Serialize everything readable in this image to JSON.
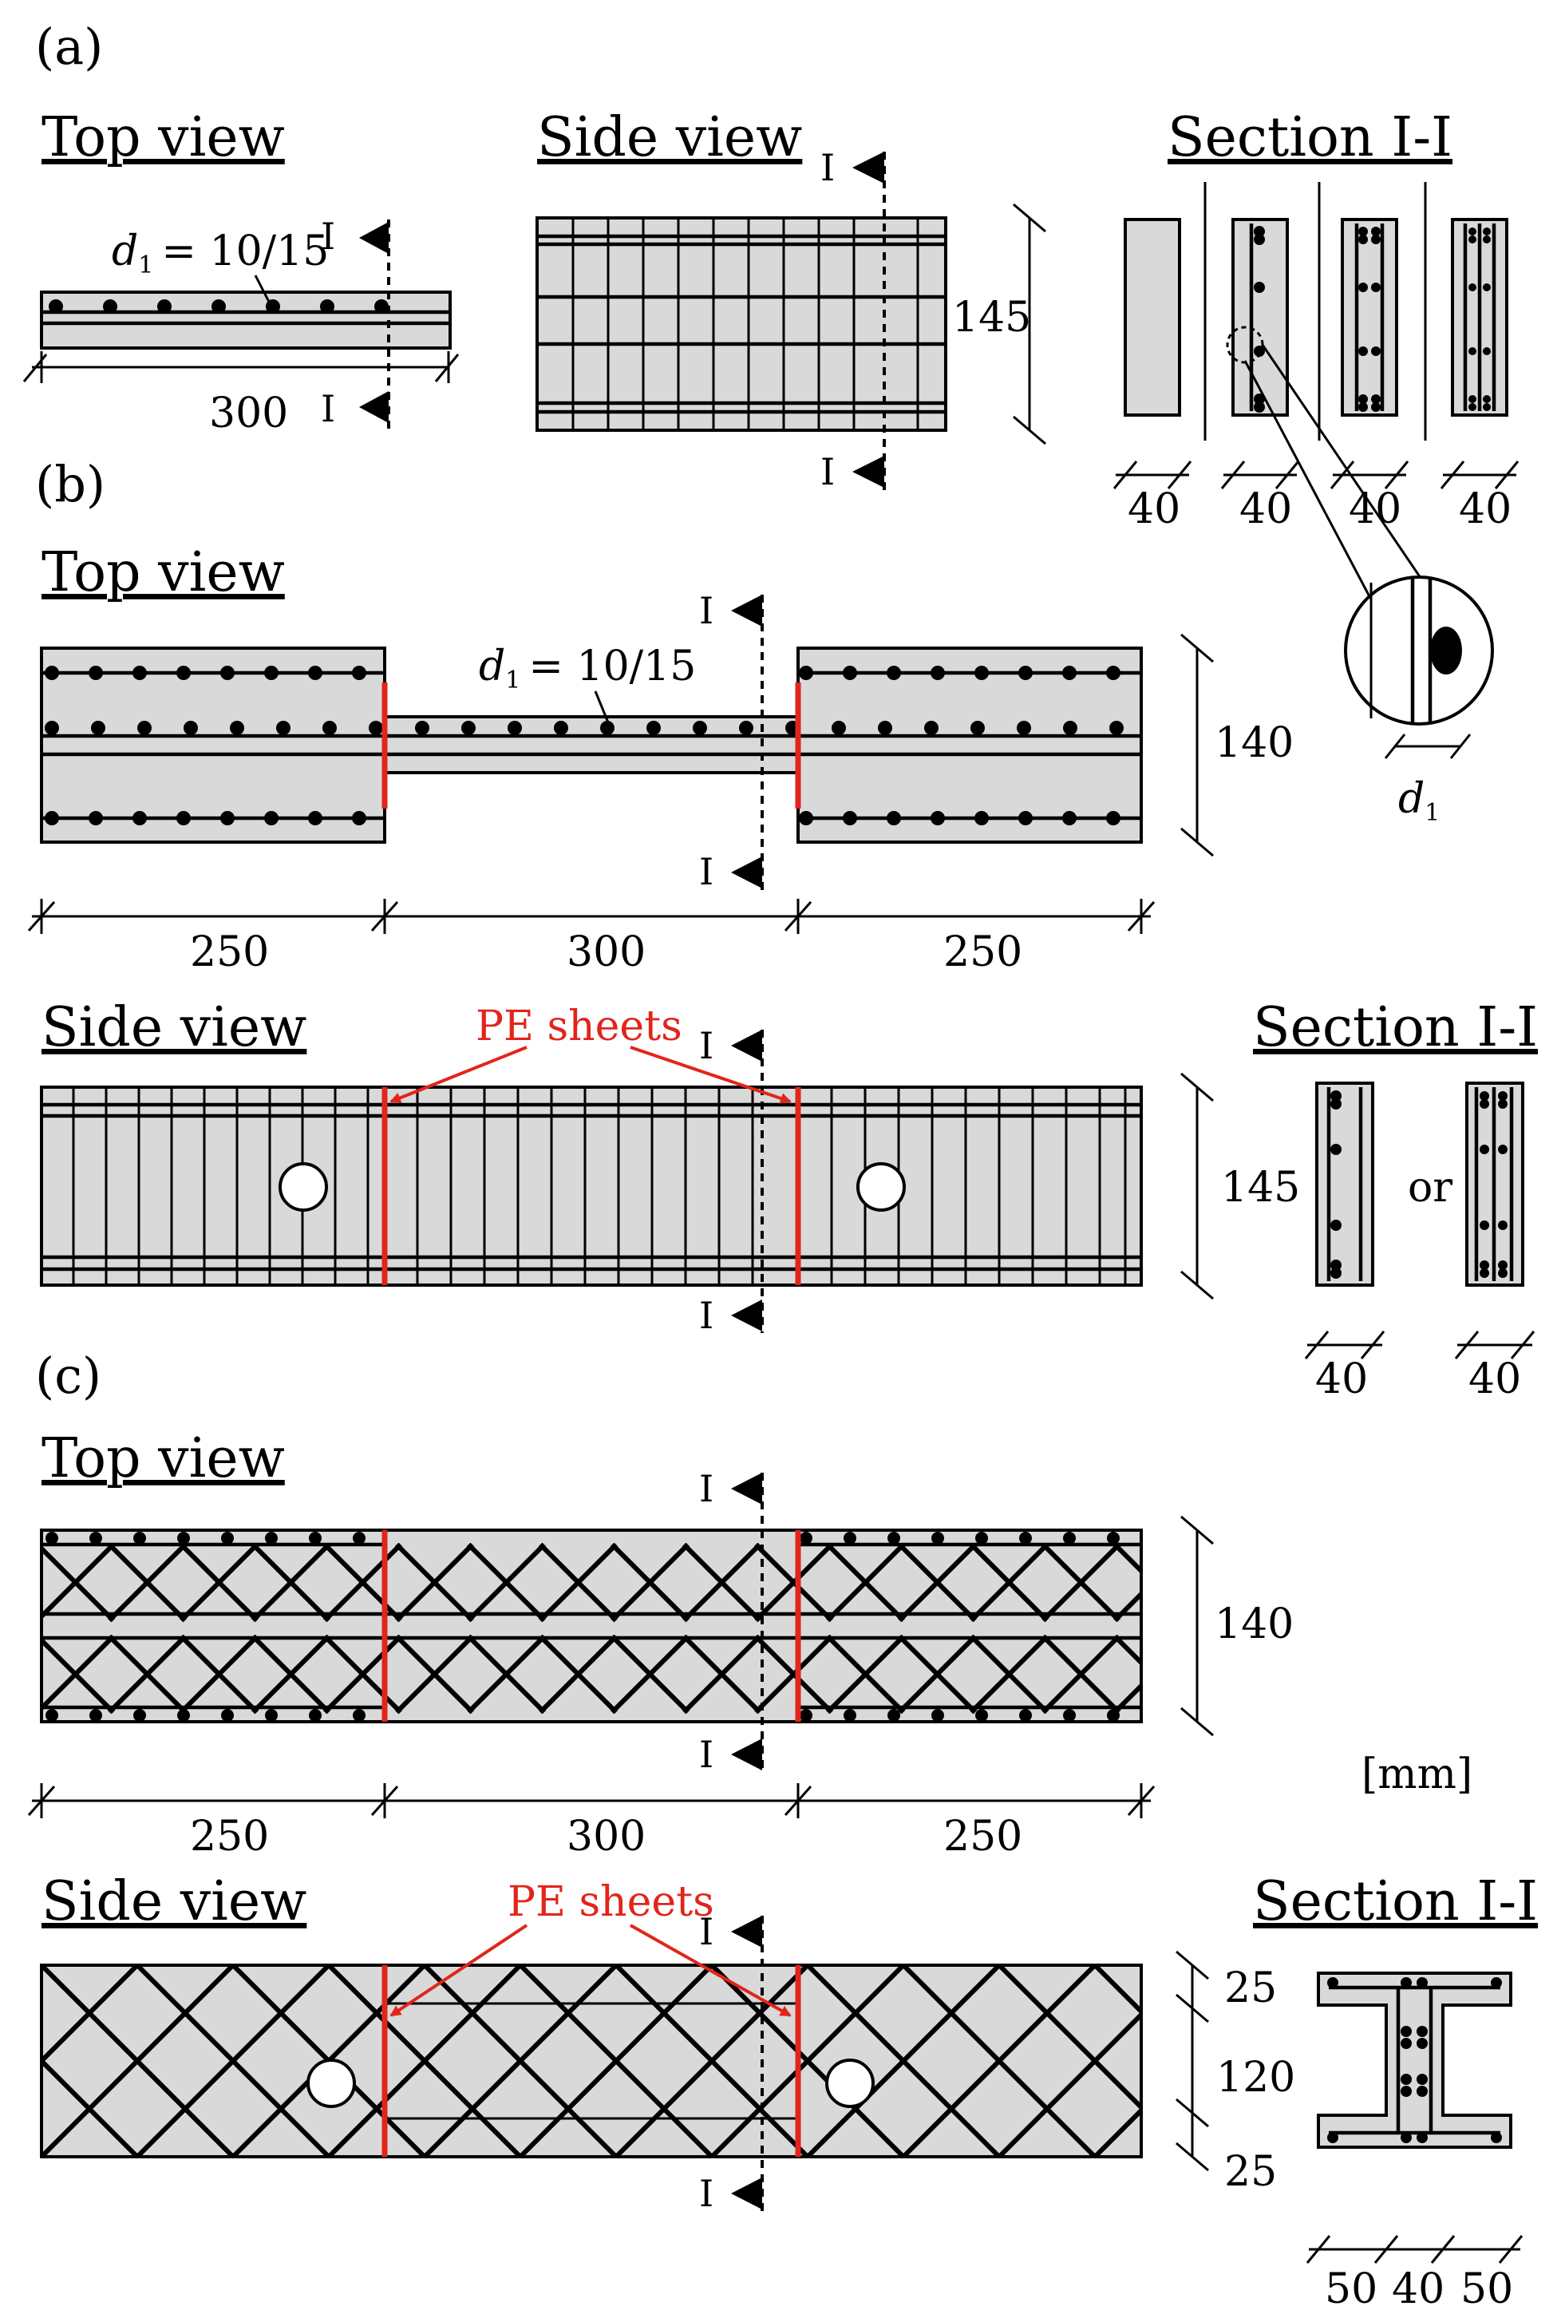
{
  "panels": [
    "(a)",
    "(b)",
    "(c)"
  ],
  "headings": {
    "top_view": "Top view",
    "side_view": "Side view",
    "section": "Section I-I"
  },
  "section_mark": "I",
  "diameter": {
    "symbol": "d",
    "subscript": "1",
    "value": "= 10/15"
  },
  "dims": {
    "a_length": "300",
    "a_height": "145",
    "a_sec_widths": [
      "40",
      "40",
      "40",
      "40"
    ],
    "b_lengths": [
      "250",
      "300",
      "250"
    ],
    "b_width": "140",
    "b_height": "145",
    "b_sec_widths": [
      "40",
      "40"
    ],
    "c_lengths": [
      "250",
      "300",
      "250"
    ],
    "c_width": "140",
    "c_sec_heights": [
      "25",
      "120",
      "25"
    ],
    "c_sec_widths": [
      "50",
      "40",
      "50"
    ]
  },
  "or_text": "or",
  "pe_sheets": "PE sheets",
  "unit": "[mm]",
  "colors": {
    "concrete": "#d9d9d9",
    "pe_sheet": "#e1251b",
    "steel": "#000000"
  }
}
